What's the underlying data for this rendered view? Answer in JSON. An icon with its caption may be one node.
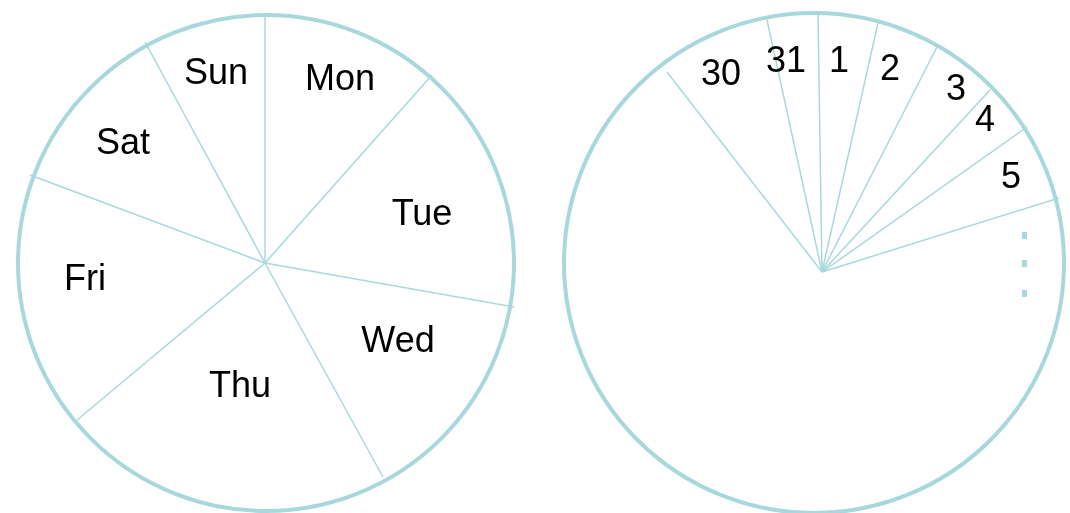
{
  "diagram": {
    "labels": [
      "Sun",
      "Mon",
      "Sat",
      "Tue",
      "Fri",
      "Wed",
      "Thu",
      "30",
      "31",
      "1",
      "2",
      "3",
      "4",
      "5"
    ]
  }
}
